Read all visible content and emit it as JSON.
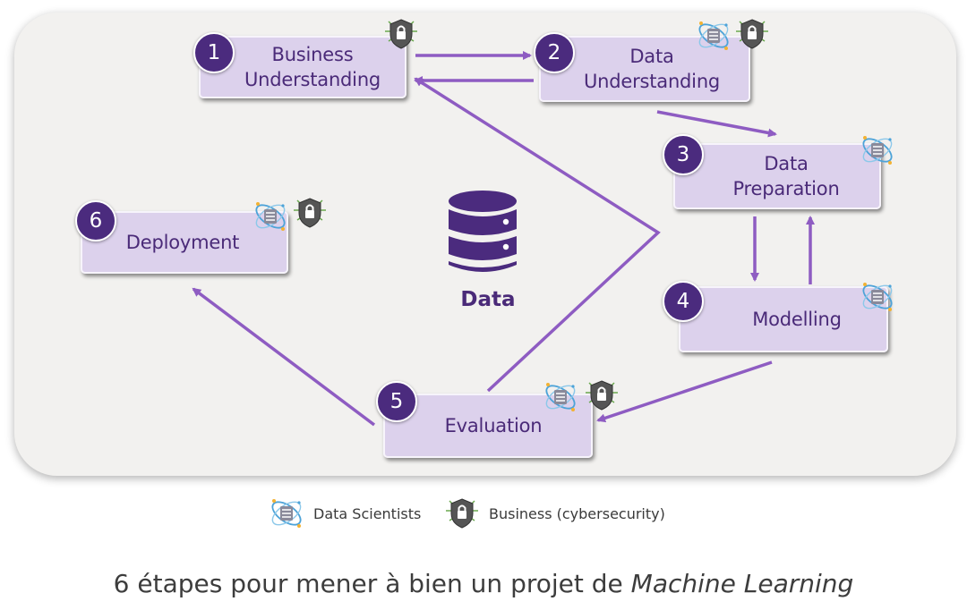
{
  "center": {
    "label": "Data",
    "icon": "database-icon"
  },
  "steps": [
    {
      "number": "1",
      "label": "Business\nUnderstanding",
      "roles": [
        "business"
      ]
    },
    {
      "number": "2",
      "label": "Data\nUnderstanding",
      "roles": [
        "data-scientists",
        "business"
      ]
    },
    {
      "number": "3",
      "label": "Data\nPreparation",
      "roles": [
        "data-scientists"
      ]
    },
    {
      "number": "4",
      "label": "Modelling",
      "roles": [
        "data-scientists"
      ]
    },
    {
      "number": "5",
      "label": "Evaluation",
      "roles": [
        "data-scientists",
        "business"
      ]
    },
    {
      "number": "6",
      "label": "Deployment",
      "roles": [
        "data-scientists",
        "business"
      ]
    }
  ],
  "flows": [
    {
      "from": "1",
      "to": "2"
    },
    {
      "from": "2",
      "to": "1"
    },
    {
      "from": "2",
      "to": "3"
    },
    {
      "from": "3",
      "to": "4"
    },
    {
      "from": "4",
      "to": "3"
    },
    {
      "from": "4",
      "to": "5"
    },
    {
      "from": "5",
      "to": "1"
    },
    {
      "from": "5",
      "to": "6"
    }
  ],
  "legend": {
    "data_scientists": "Data Scientists",
    "business": "Business (cybersecurity)",
    "data_scientists_icon": "data-scientist-icon",
    "business_icon": "shield-lock-icon"
  },
  "caption": {
    "prefix": "6 étapes pour mener à bien un projet de ",
    "emphasis": "Machine Learning"
  },
  "colors": {
    "primary": "#4b2b7e",
    "box": "#dcd1ec",
    "arrow": "#8e5cc2",
    "panel": "#f2f1ef"
  }
}
